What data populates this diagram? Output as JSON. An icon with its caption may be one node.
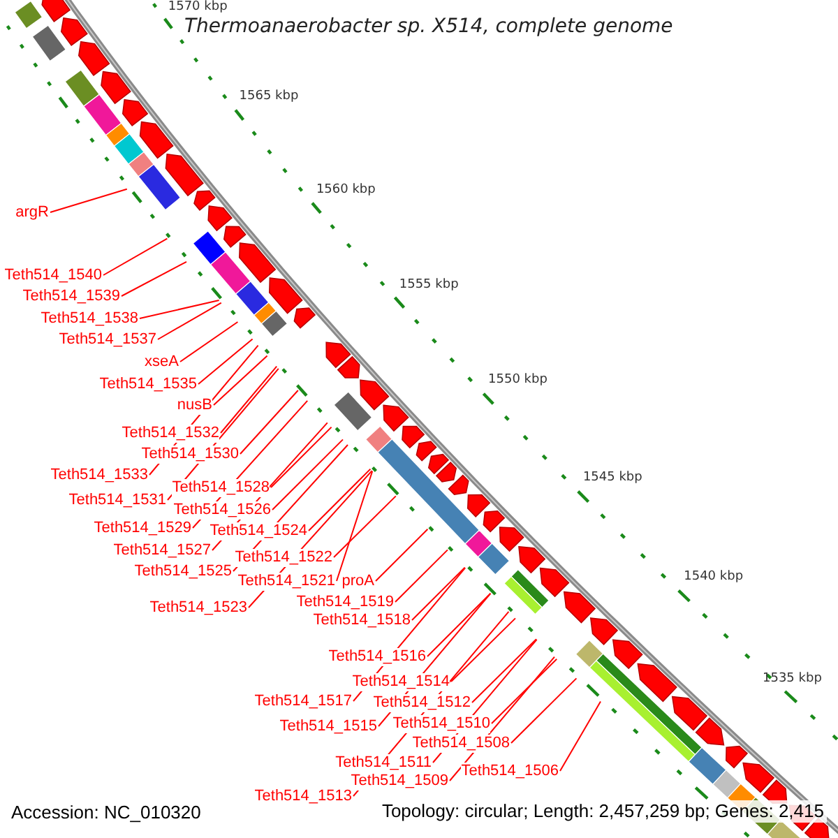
{
  "diagram": {
    "title": "Thermoanaerobacter sp. X514, complete genome",
    "nodes": [
      {
        "text": [
          "argR"
        ]
      },
      {
        "text": [
          "Teth514_1540"
        ]
      },
      {
        "text": [
          "Teth514_1539"
        ]
      },
      {
        "text": [
          "Teth514_1538"
        ]
      },
      {
        "text": [
          "Teth514_1537"
        ]
      },
      {
        "text": [
          "xseA"
        ]
      },
      {
        "text": [
          "Teth514_1535"
        ]
      },
      {
        "text": [
          "nusB"
        ]
      },
      {
        "text": [
          "Teth514_1532"
        ]
      },
      {
        "text": [
          "Teth514_1530"
        ]
      },
      {
        "text": [
          "Teth514_1533"
        ]
      },
      {
        "text": [
          "Teth514_1528"
        ]
      },
      {
        "text": [
          "Teth514_1531"
        ]
      },
      {
        "text": [
          "Teth514_1526"
        ]
      },
      {
        "text": [
          "Teth514_1529"
        ]
      },
      {
        "text": [
          "Teth514_1524"
        ]
      },
      {
        "text": [
          "Teth514_1527"
        ]
      },
      {
        "text": [
          "Teth514_1522"
        ]
      },
      {
        "text": [
          "Teth514_1525"
        ]
      },
      {
        "text": [
          "Teth514_1521"
        ]
      },
      {
        "text": [
          "proA"
        ]
      },
      {
        "text": [
          "Teth514_1519"
        ]
      },
      {
        "text": [
          "Teth514_1523"
        ]
      },
      {
        "text": [
          "Teth514_1518"
        ]
      },
      {
        "text": [
          "Teth514_1516"
        ]
      },
      {
        "text": [
          "Teth514_1514"
        ]
      },
      {
        "text": [
          "Teth514_1517"
        ]
      },
      {
        "text": [
          "Teth514_1512"
        ]
      },
      {
        "text": [
          "Teth514_1510"
        ]
      },
      {
        "text": [
          "Teth514_1515"
        ]
      },
      {
        "text": [
          "Teth514_1508"
        ]
      },
      {
        "text": [
          "Teth514_1511"
        ]
      },
      {
        "text": [
          "Teth514_1506"
        ]
      },
      {
        "text": [
          "Teth514_1509"
        ]
      },
      {
        "text": [
          "Teth514_1513"
        ]
      }
    ],
    "edges": [
      {
        "from": 0,
        "to": null,
        "arrow": "none"
      },
      {
        "from": 1,
        "to": null,
        "arrow": "none"
      },
      {
        "from": 2,
        "to": null,
        "arrow": "none"
      },
      {
        "from": 3,
        "to": null,
        "arrow": "none"
      },
      {
        "from": 4,
        "to": null,
        "arrow": "none"
      },
      {
        "from": 5,
        "to": null,
        "arrow": "none"
      },
      {
        "from": 6,
        "to": null,
        "arrow": "none"
      },
      {
        "from": 7,
        "to": null,
        "arrow": "none"
      },
      {
        "from": 8,
        "to": null,
        "arrow": "none"
      },
      {
        "from": 9,
        "to": null,
        "arrow": "none"
      },
      {
        "from": 10,
        "to": null,
        "arrow": "none"
      },
      {
        "from": 11,
        "to": null,
        "arrow": "none"
      },
      {
        "from": 12,
        "to": null,
        "arrow": "none"
      },
      {
        "from": 13,
        "to": null,
        "arrow": "none"
      },
      {
        "from": 14,
        "to": null,
        "arrow": "none"
      },
      {
        "from": 15,
        "to": null,
        "arrow": "none"
      },
      {
        "from": 16,
        "to": null,
        "arrow": "none"
      },
      {
        "from": 17,
        "to": null,
        "arrow": "none"
      },
      {
        "from": 18,
        "to": null,
        "arrow": "none"
      },
      {
        "from": 19,
        "to": null,
        "arrow": "none"
      },
      {
        "from": 20,
        "to": null,
        "arrow": "none"
      },
      {
        "from": 21,
        "to": null,
        "arrow": "none"
      },
      {
        "from": 22,
        "to": null,
        "arrow": "none"
      },
      {
        "from": 23,
        "to": null,
        "arrow": "none"
      },
      {
        "from": 24,
        "to": null,
        "arrow": "none"
      },
      {
        "from": 25,
        "to": null,
        "arrow": "none"
      },
      {
        "from": 26,
        "to": null,
        "arrow": "none"
      },
      {
        "from": 27,
        "to": null,
        "arrow": "none"
      },
      {
        "from": 28,
        "to": null,
        "arrow": "none"
      },
      {
        "from": 29,
        "to": null,
        "arrow": "none"
      },
      {
        "from": 30,
        "to": null,
        "arrow": "none"
      },
      {
        "from": 31,
        "to": null,
        "arrow": "none"
      },
      {
        "from": 32,
        "to": null,
        "arrow": "none"
      },
      {
        "from": 33,
        "to": null,
        "arrow": "none"
      },
      {
        "from": 34,
        "to": null,
        "arrow": "none"
      }
    ],
    "labels": [
      "1570 kbp",
      "1565 kbp",
      "1560 kbp",
      "1555 kbp",
      "1550 kbp",
      "1545 kbp",
      "1540 kbp",
      "1535 kbp",
      "Accession: NC_010320",
      "Topology: circular; Length: 2,457,259 bp; Genes: 2,415"
    ]
  }
}
